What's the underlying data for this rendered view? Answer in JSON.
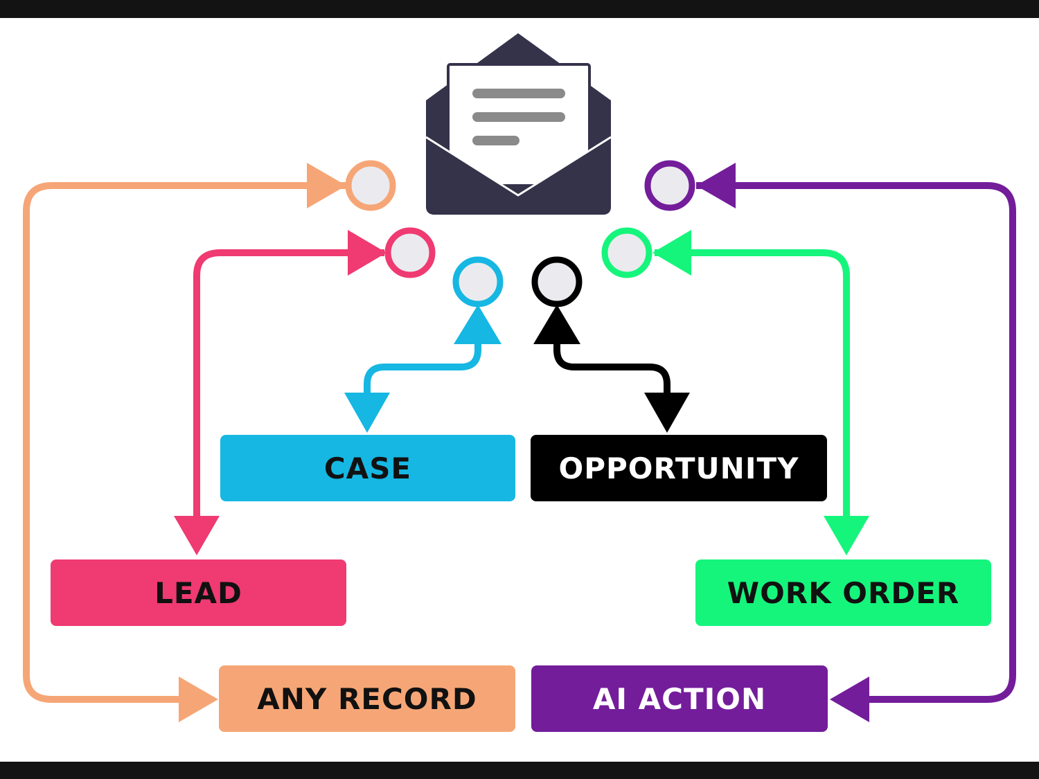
{
  "nodes": {
    "case": {
      "label": "CASE",
      "color": "#16b7e2",
      "text_color": "#111111"
    },
    "opportunity": {
      "label": "OPPORTUNITY",
      "color": "#000000",
      "text_color": "#ffffff"
    },
    "lead": {
      "label": "LEAD",
      "color": "#ef3a72",
      "text_color": "#111111"
    },
    "work_order": {
      "label": "WORK ORDER",
      "color": "#15f57c",
      "text_color": "#111111"
    },
    "any_record": {
      "label": "ANY RECORD",
      "color": "#f6a676",
      "text_color": "#111111"
    },
    "ai_action": {
      "label": "AI ACTION",
      "color": "#731d9b",
      "text_color": "#ffffff"
    }
  },
  "icon": {
    "name": "email-open-envelope-icon",
    "color": "#34334a"
  },
  "connectors": {
    "any_record": "#f6a676",
    "lead": "#ef3a72",
    "case": "#16b7e2",
    "opportunity": "#000000",
    "work_order": "#15f57c",
    "ai_action": "#731d9b"
  }
}
